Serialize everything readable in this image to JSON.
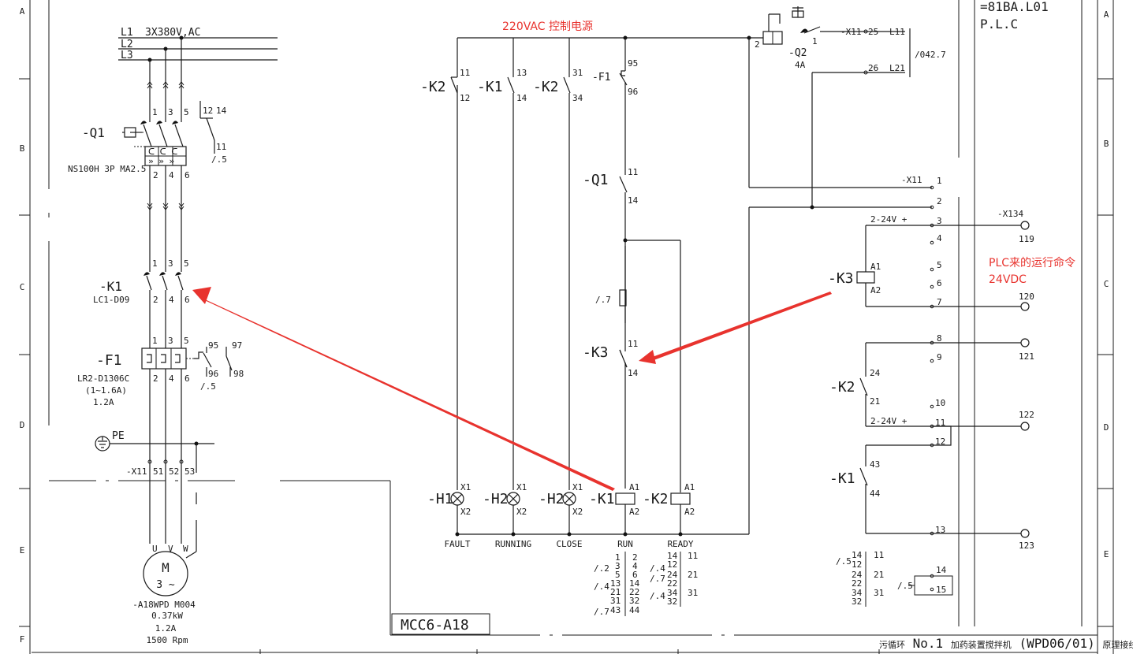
{
  "frame": {
    "rows_left": [
      "A",
      "B",
      "C",
      "D",
      "E",
      "F"
    ],
    "rows_right": [
      "A",
      "B",
      "C",
      "D",
      "E"
    ],
    "block_id": "=81BA.L01",
    "block_name": "P.L.C",
    "mcc_tag": "MCC6-A18",
    "title_prefix": "污循环",
    "title_no": "No.1",
    "title_middle": "加药装置搅拌机",
    "title_code": "(WPD06/01)",
    "title_suffix": "原理接线图"
  },
  "annotations": {
    "control_power": "220VAC 控制电源",
    "plc_command": "PLC来的运行命令",
    "plc_voltage": "24VDC"
  },
  "power": {
    "phases": [
      "L1",
      "L2",
      "L3"
    ],
    "supply": "3X380V,AC",
    "q1": {
      "tag": "-Q1",
      "type": "NS100H 3P MA2.5",
      "top": [
        "1",
        "3",
        "5"
      ],
      "bottom": [
        "2",
        "4",
        "6"
      ],
      "aux": [
        "12",
        "14",
        "11"
      ],
      "aux_ref": "/.5"
    },
    "k1": {
      "tag": "-K1",
      "type": "LC1-D09",
      "top": [
        "1",
        "3",
        "5"
      ],
      "bottom": [
        "2",
        "4",
        "6"
      ]
    },
    "f1": {
      "tag": "-F1",
      "type": "LR2-D1306C",
      "range": "(1~1.6A)",
      "setting": "1.2A",
      "top": [
        "1",
        "3",
        "5"
      ],
      "bottom": [
        "2",
        "4",
        "6"
      ],
      "aux": [
        "95",
        "96",
        "97",
        "98"
      ],
      "aux_ref": "/.5"
    },
    "pe": "PE",
    "terminal": {
      "tag": "-X11",
      "numbers": [
        "51",
        "52",
        "53"
      ]
    },
    "motor": {
      "symbol": "M",
      "phase": "3 ~",
      "terms": [
        "U",
        "V",
        "W"
      ],
      "tag": "-A18WPD M004",
      "power": "0.37kW",
      "current": "1.2A",
      "speed": "1500 Rpm"
    }
  },
  "control": {
    "contacts_top": [
      {
        "tag": "-K2",
        "a": "11",
        "b": "12"
      },
      {
        "tag": "-K1",
        "a": "13",
        "b": "14"
      },
      {
        "tag": "-K2",
        "a": "31",
        "b": "34"
      },
      {
        "tag": "-F1",
        "a": "95",
        "b": "96"
      }
    ],
    "q1": {
      "tag": "-Q1",
      "a": "11",
      "b": "14"
    },
    "ref_7": "/.7",
    "k3": {
      "tag": "-K3",
      "a": "11",
      "b": "14"
    },
    "loads": [
      {
        "tag": "-H1",
        "a1": "X1",
        "a2": "X2",
        "label": "FAULT"
      },
      {
        "tag": "-H2",
        "a1": "X1",
        "a2": "X2",
        "label": "RUNNING"
      },
      {
        "tag": "-H2",
        "a1": "X1",
        "a2": "X2",
        "label": "CLOSE"
      },
      {
        "tag": "-K1",
        "a1": "A1",
        "a2": "A2",
        "label": "RUN"
      },
      {
        "tag": "-K2",
        "a1": "A1",
        "a2": "A2",
        "label": "READY"
      }
    ],
    "k1_table": {
      "rows": [
        [
          "1",
          "2"
        ],
        [
          "3",
          "4"
        ],
        [
          "5",
          "6"
        ],
        [
          "13",
          "14"
        ],
        [
          "21",
          "22"
        ],
        [
          "31",
          "32"
        ],
        [
          "43",
          "44"
        ]
      ],
      "refs": [
        "/.2",
        "/.4",
        "/.7"
      ]
    },
    "k2_table": {
      "rows": [
        [
          "14",
          "11"
        ],
        [
          "12",
          ""
        ],
        [
          "24",
          "21"
        ],
        [
          "22",
          ""
        ],
        [
          "34",
          "31"
        ],
        [
          "32",
          ""
        ]
      ],
      "refs": [
        "/.4",
        "/.7",
        "/.4"
      ]
    }
  },
  "plc": {
    "q2": {
      "tag": "-Q2",
      "rating": "4A",
      "pin1": "1",
      "pin2": "2"
    },
    "x11_terms": [
      {
        "n": "25",
        "sig": "L11"
      },
      {
        "n": "26",
        "sig": "L21"
      }
    ],
    "ref_0427": "/042.7",
    "x11_b": "-X11",
    "x11_nums": [
      "1",
      "2"
    ],
    "x134": "-X134",
    "x134_nums": [
      "3",
      "4",
      "5",
      "6",
      "7",
      "8",
      "9",
      "10",
      "11",
      "12",
      "13"
    ],
    "ext_terms": [
      "119",
      "120",
      "121",
      "122",
      "123"
    ],
    "supply_label": "2-24V +",
    "k3": {
      "tag": "-K3",
      "a1": "A1",
      "a2": "A2"
    },
    "k2": {
      "tag": "-K2",
      "a": "24",
      "b": "21"
    },
    "k1": {
      "tag": "-K1",
      "a": "43",
      "b": "44"
    },
    "k3_table": {
      "rows": [
        [
          "14",
          "11"
        ],
        [
          "12",
          ""
        ],
        [
          "24",
          "21"
        ],
        [
          "22",
          ""
        ],
        [
          "34",
          "31"
        ],
        [
          "32",
          ""
        ]
      ],
      "ref": "/.5"
    },
    "k3_small": {
      "ref": "/.5",
      "a": "14",
      "b": "15"
    }
  }
}
